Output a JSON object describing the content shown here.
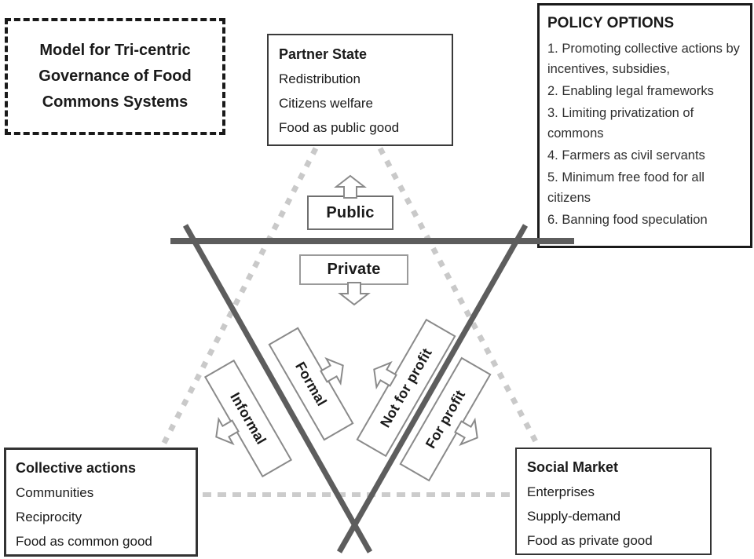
{
  "diagram": {
    "model_box": {
      "lines": [
        "Model for Tri-centric",
        "Governance of Food",
        "Commons Systems"
      ]
    },
    "policy_box": {
      "title": "POLICY OPTIONS",
      "items": [
        "1. Promoting collective actions by incentives, subsidies,",
        "2. Enabling legal frameworks",
        "3. Limiting privatization of commons",
        "4. Farmers as civil servants",
        "5. Minimum free food for all citizens",
        "6. Banning food speculation"
      ]
    },
    "nodes": {
      "partner_state": {
        "title": "Partner State",
        "lines": [
          "Redistribution",
          "Citizens welfare",
          "Food as public good"
        ]
      },
      "collective_actions": {
        "title": "Collective actions",
        "lines": [
          "Communities",
          "Reciprocity",
          "Food as common good"
        ]
      },
      "social_market": {
        "title": "Social Market",
        "lines": [
          "Enterprises",
          "Supply-demand",
          "Food as private good"
        ]
      }
    },
    "sector_tags": {
      "public": "Public",
      "private": "Private",
      "formal": "Formal",
      "informal": "Informal",
      "not_for_profit": "Not for profit",
      "for_profit": "For profit"
    },
    "icons": {
      "block_arrow": "hollow outlined block arrow, white fill with gray border"
    },
    "colors": {
      "divider_line": "#5d5d5d",
      "dashed_triangle": "#c9c9c9",
      "tag_border": "#8a8a8a",
      "box_border": "#1a1a1a",
      "text": "#1a1a1a"
    }
  }
}
